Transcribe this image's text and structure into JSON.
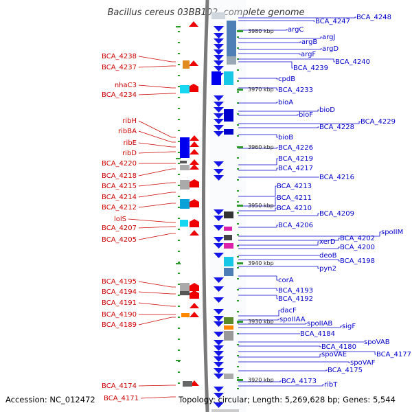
{
  "title": "Bacillus cereus 03BB102, complete genome",
  "footer": {
    "accession": "Accession: NC_012472",
    "topology": "Topology: circular; Length: 5,269,628 bp; Genes: 5,544"
  },
  "colors": {
    "plus_strand": "#ee0000",
    "minus_strand": "#0000ee",
    "backbone": "#808080",
    "tick": "#009900",
    "label_minus": "#0000cc",
    "label_plus": "#cc0000"
  },
  "kbp_markers": [
    "3980 kbp",
    "3970 kbp",
    "3960 kbp",
    "3950 kbp",
    "3940 kbp",
    "3930 kbp",
    "3920 kbp"
  ],
  "genes_minus": [
    "BCA_4248",
    "BCA_4247",
    "argC",
    "argJ",
    "argB",
    "argD",
    "argF",
    "BCA_4240",
    "BCA_4239",
    "cpdB",
    "BCA_4233",
    "bioA",
    "bioD",
    "bioF",
    "BCA_4229",
    "BCA_4228",
    "bioB",
    "BCA_4226",
    "BCA_4219",
    "BCA_4217",
    "BCA_4216",
    "BCA_4213",
    "BCA_4211",
    "BCA_4210",
    "BCA_4209",
    "BCA_4206",
    "spoIIM",
    "BCA_4202",
    "xerD",
    "BCA_4200",
    "deoB",
    "BCA_4198",
    "pyn2",
    "corA",
    "BCA_4193",
    "BCA_4192",
    "dacF",
    "spoIIAA",
    "spoIIAB",
    "sigF",
    "BCA_4184",
    "spoVAB",
    "BCA_4180",
    "BCA_4177",
    "spoVAE",
    "spoVAF",
    "BCA_4175",
    "BCA_4173",
    "ribT"
  ],
  "genes_plus": [
    "BCA_4238",
    "BCA_4237",
    "nhaC3",
    "BCA_4234",
    "ribH",
    "ribBA",
    "ribE",
    "ribD",
    "BCA_4220",
    "BCA_4218",
    "BCA_4215",
    "BCA_4214",
    "BCA_4212",
    "lolS",
    "BCA_4207",
    "BCA_4205",
    "BCA_4195",
    "BCA_4194",
    "BCA_4191",
    "BCA_4190",
    "BCA_4189",
    "BCA_4174",
    "BCA_4171"
  ]
}
